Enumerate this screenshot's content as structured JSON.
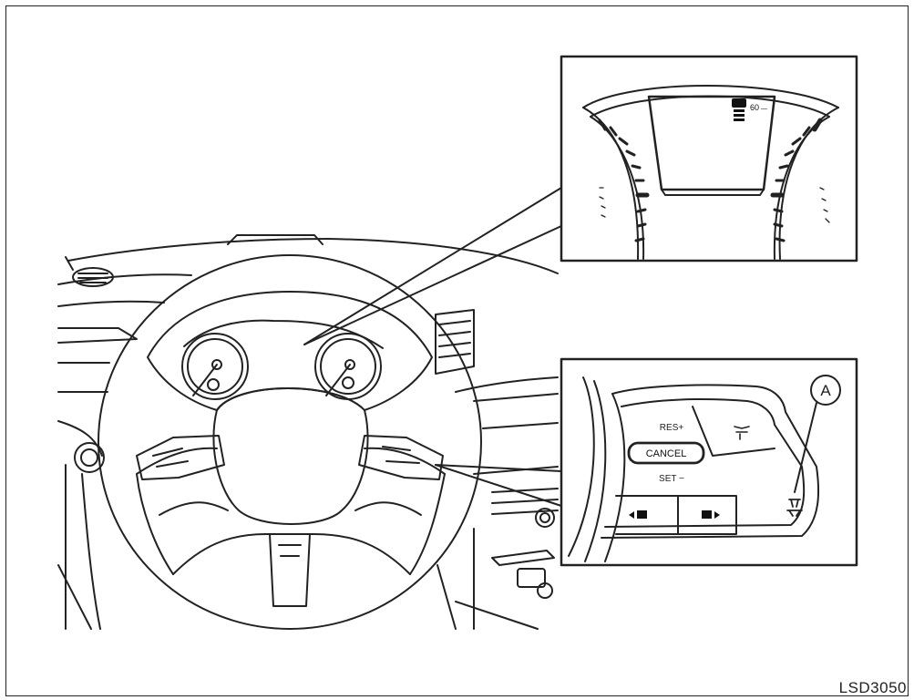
{
  "figure_code": "LSD3050",
  "cluster_inset": {
    "speed_readout": "60"
  },
  "switch_inset": {
    "callout": "A",
    "res_label": "RES+",
    "cancel_label": "CANCEL",
    "set_label": "SET −"
  }
}
